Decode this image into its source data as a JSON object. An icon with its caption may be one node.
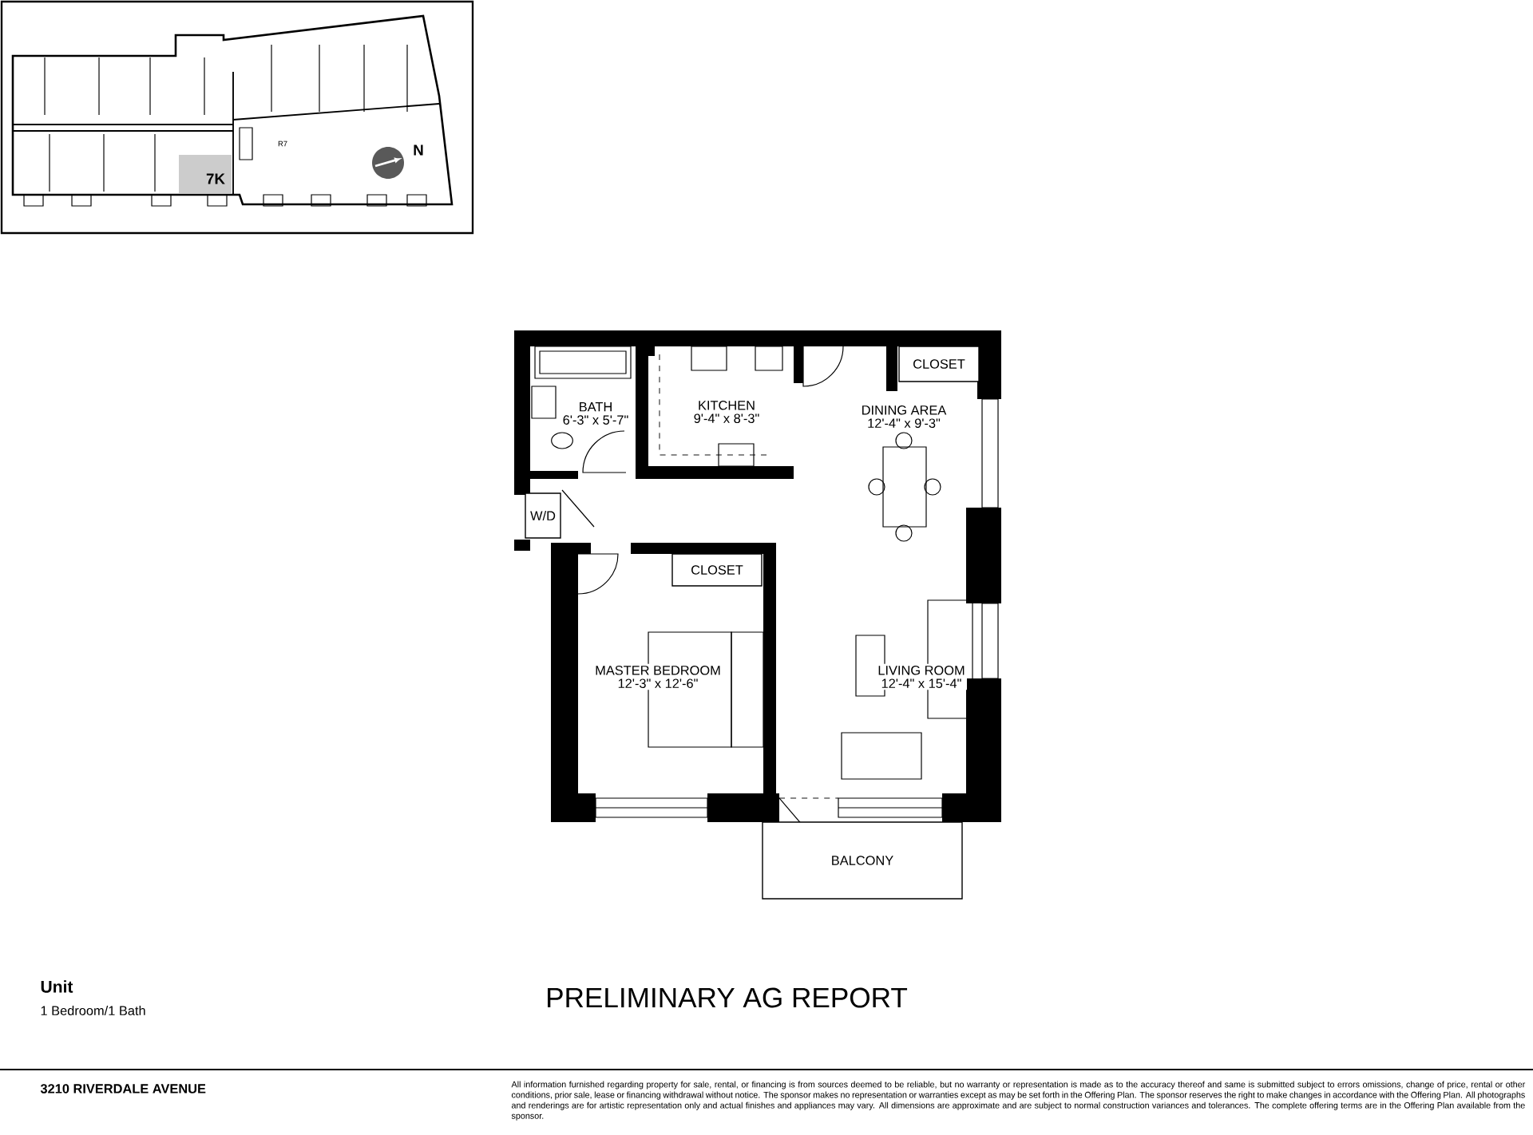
{
  "diagram": {
    "title": "PRELIMINARY AG REPORT",
    "nodes": [
      {
        "text": [
          "BATH",
          "6'-3\" x 5'-7\""
        ]
      },
      {
        "text": [
          "KITCHEN",
          "9'-4\" x 8'-3\""
        ]
      },
      {
        "text": [
          "CLOSET"
        ]
      },
      {
        "text": [
          "DINING AREA",
          "12'-4\" x 9'-3\""
        ]
      },
      {
        "text": [
          "W/D"
        ]
      },
      {
        "text": [
          "CLOSET"
        ]
      },
      {
        "text": [
          "MASTER BEDROOM",
          "12'-3\" x 12'-6\""
        ]
      },
      {
        "text": [
          "LIVING ROOM",
          "12'-4\" x 15'-4\""
        ]
      },
      {
        "text": [
          "BALCONY"
        ]
      }
    ],
    "labels": [
      "R7",
      "7K",
      "N",
      "Unit",
      "1 Bedroom/1 Bath",
      "3210 RIVERDALE AVENUE",
      "All information furnished regarding property for sale, rental, or financing is from sources deemed to be reliable, but no warranty or representation is made as to the accuracy thereof and same is submitted subject to errors omissions, change of price, rental or other conditions, prior sale, lease or financing withdrawal without notice. The sponsor makes no representation or warranties except as may be set forth in the Offering Plan. The sponsor reserves the right to make changes in accordance with the Offering Plan. All photographs and renderings are for artistic representation only and actual finishes and appliances may vary. All dimensions are approximate and are subject to normal construction variances and tolerances. The complete offering terms are in the Offering Plan available from the sponsor."
    ]
  }
}
